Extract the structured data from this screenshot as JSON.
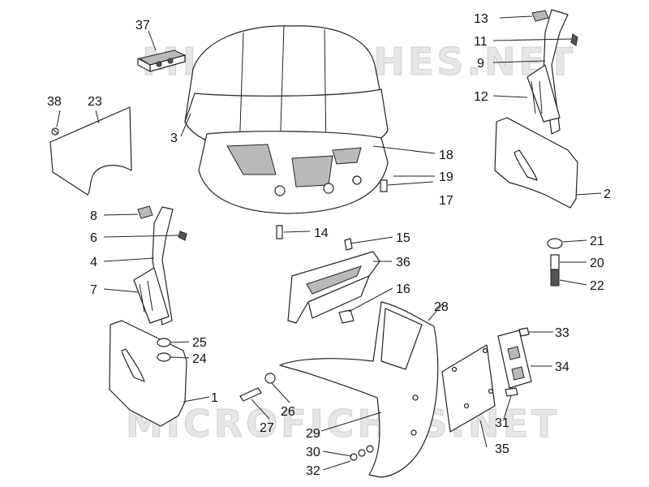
{
  "watermark": "MICROFICHES.NET",
  "labels": [
    "1",
    "2",
    "3",
    "4",
    "6",
    "7",
    "8",
    "9",
    "11",
    "12",
    "13",
    "14",
    "15",
    "16",
    "17",
    "18",
    "19",
    "20",
    "21",
    "22",
    "23",
    "24",
    "25",
    "26",
    "27",
    "28",
    "29",
    "30",
    "31",
    "32",
    "33",
    "34",
    "35",
    "36",
    "37",
    "38"
  ]
}
